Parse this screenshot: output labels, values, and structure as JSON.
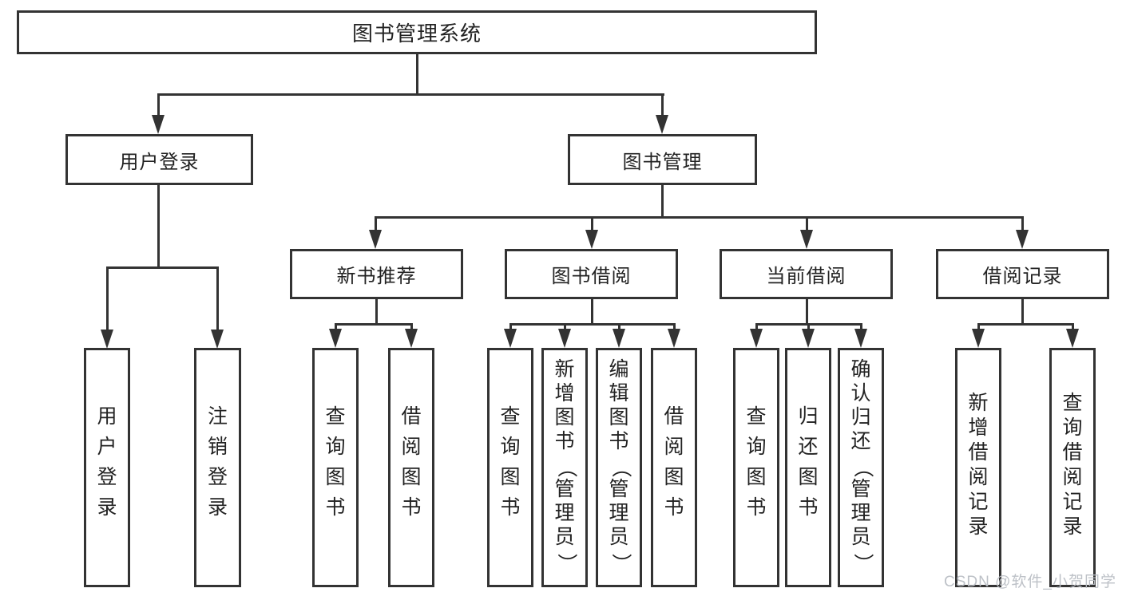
{
  "diagram": {
    "title": "图书管理系统",
    "nodes": {
      "root": {
        "label": "图书管理系统"
      },
      "user_login": {
        "label": "用户登录",
        "parent": "图书管理系统"
      },
      "book_management": {
        "label": "图书管理",
        "parent": "图书管理系统"
      },
      "new_book_recommend": {
        "label": "新书推荐",
        "parent": "图书管理"
      },
      "book_borrow": {
        "label": "图书借阅",
        "parent": "图书管理"
      },
      "current_borrow": {
        "label": "当前借阅",
        "parent": "图书管理"
      },
      "borrow_record": {
        "label": "借阅记录",
        "parent": "图书管理"
      }
    },
    "leaves": [
      {
        "label": "用户登录",
        "parent": "用户登录"
      },
      {
        "label": "注销登录",
        "parent": "用户登录"
      },
      {
        "label": "查询图书",
        "parent": "新书推荐"
      },
      {
        "label": "借阅图书",
        "parent": "新书推荐"
      },
      {
        "label": "查询图书",
        "parent": "图书借阅"
      },
      {
        "label": "新增图书（管理员）",
        "parent": "图书借阅"
      },
      {
        "label": "编辑图书（管理员）",
        "parent": "图书借阅"
      },
      {
        "label": "借阅图书",
        "parent": "图书借阅"
      },
      {
        "label": "查询图书",
        "parent": "当前借阅"
      },
      {
        "label": "归还图书",
        "parent": "当前借阅"
      },
      {
        "label": "确认归还（管理员）",
        "parent": "当前借阅"
      },
      {
        "label": "新增借阅记录",
        "parent": "借阅记录"
      },
      {
        "label": "查询借阅记录",
        "parent": "借阅记录"
      }
    ],
    "watermark": "CSDN @软件_小贺同学",
    "colors": {
      "line": "#333333",
      "text": "#222222",
      "background": "#ffffff",
      "watermark": "#b9bec4"
    }
  }
}
